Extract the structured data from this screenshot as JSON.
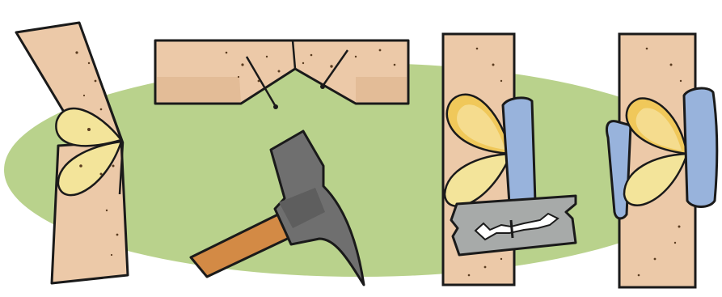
{
  "illustration": {
    "panels": [
      {
        "id": "bent-stem-with-wedge-cut"
      },
      {
        "id": "wood-block-with-nails"
      },
      {
        "id": "hammer"
      },
      {
        "id": "stem-with-razor-blade-and-splint"
      },
      {
        "id": "stem-with-two-splints"
      }
    ],
    "colors": {
      "background_oval": "#b9d28c",
      "wood": "#ecc9a8",
      "wood_dark": "#d9a97e",
      "leaf": "#f3e49a",
      "leaf_deep": "#f0c85a",
      "splint": "#98b3dc",
      "hammer_head": "#6f6f6f",
      "hammer_handle": "#d38a45",
      "blade": "#a7aaa9",
      "outline": "#1a1a1a"
    }
  }
}
